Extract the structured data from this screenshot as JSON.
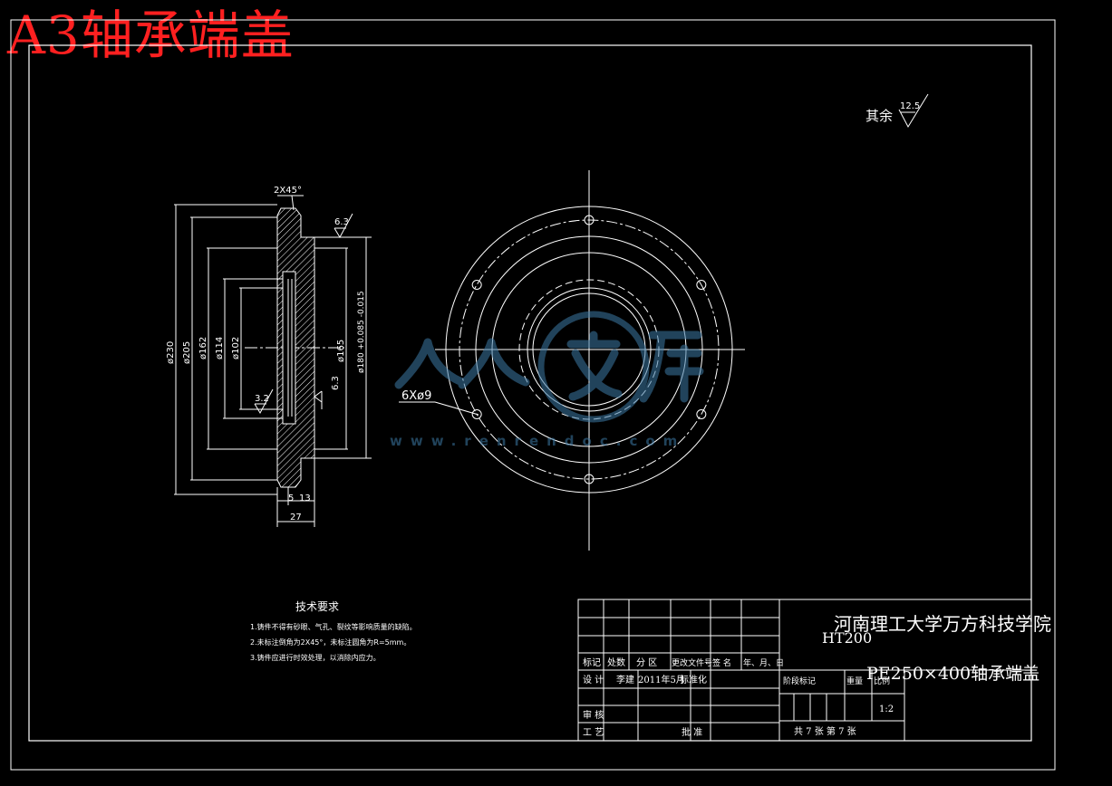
{
  "title": "A3轴承端盖",
  "surface_finish_note": {
    "label": "其余",
    "value": "12.5"
  },
  "section_view": {
    "chamfer": "2X45°",
    "roughness_top": "6.3",
    "roughness_left": "3.2",
    "roughness_right": "6.3",
    "diameters_left": [
      "ø230",
      "ø205",
      "ø162",
      "ø114",
      "ø102"
    ],
    "diameters_right": [
      "ø165",
      "ø180 +0.085 -0.015"
    ],
    "dim_width_inner": "5",
    "dim_width_mid": "13",
    "dim_width_total": "27"
  },
  "front_view": {
    "hole_callout": "6Xø9"
  },
  "tech_requirements": {
    "heading": "技术要求",
    "items": [
      "1.铸件不得有砂眼、气孔、裂纹等影响质量的缺陷。",
      "2.未标注倒角为2X45°，未标注圆角为R=5mm。",
      "3.铸件应进行时效处理，以消除内应力。"
    ]
  },
  "watermark": {
    "text": "人人文库",
    "url": "www.renrendoc.com"
  },
  "title_block": {
    "material": "HT200",
    "school": "河南理工大学万方科技学院",
    "drawing_name": "PE250×400轴承端盖",
    "header_cells": [
      "标记",
      "处数",
      "分 区",
      "更改文件号",
      "签 名",
      "年、月、日"
    ],
    "design_label": "设 计",
    "design_name": "李建",
    "design_date": "2011年5月",
    "standard_label": "标准化",
    "review_label": "审 核",
    "process_label": "工 艺",
    "approve_label": "批 准",
    "stage_label": "阶段标记",
    "weight_label": "重量",
    "scale_label": "比例",
    "scale": "1:2",
    "sheets": "共 7 张  第 7 张"
  }
}
